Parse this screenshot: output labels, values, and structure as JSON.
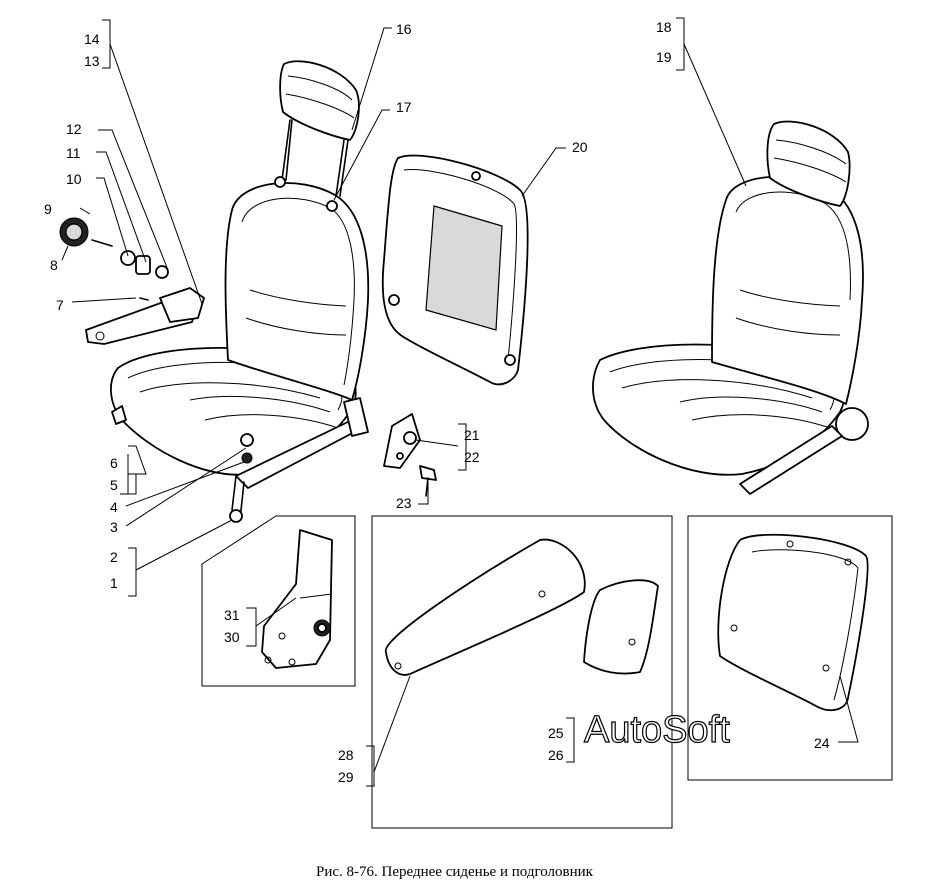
{
  "caption": "Рис. 8-76. Переднее сиденье и подголовник",
  "watermark": "AutoSoft",
  "labels": {
    "l1": "1",
    "l2": "2",
    "l3": "3",
    "l4": "4",
    "l5": "5",
    "l6": "6",
    "l7": "7",
    "l8": "8",
    "l9": "9",
    "l10": "10",
    "l11": "11",
    "l12": "12",
    "l13": "13",
    "l14": "14",
    "l16": "16",
    "l17": "17",
    "l18": "18",
    "l19": "19",
    "l20": "20",
    "l21": "21",
    "l22": "22",
    "l23": "23",
    "l24": "24",
    "l25": "25",
    "l26": "26",
    "l28": "28",
    "l29": "29",
    "l30": "30",
    "l31": "31"
  }
}
